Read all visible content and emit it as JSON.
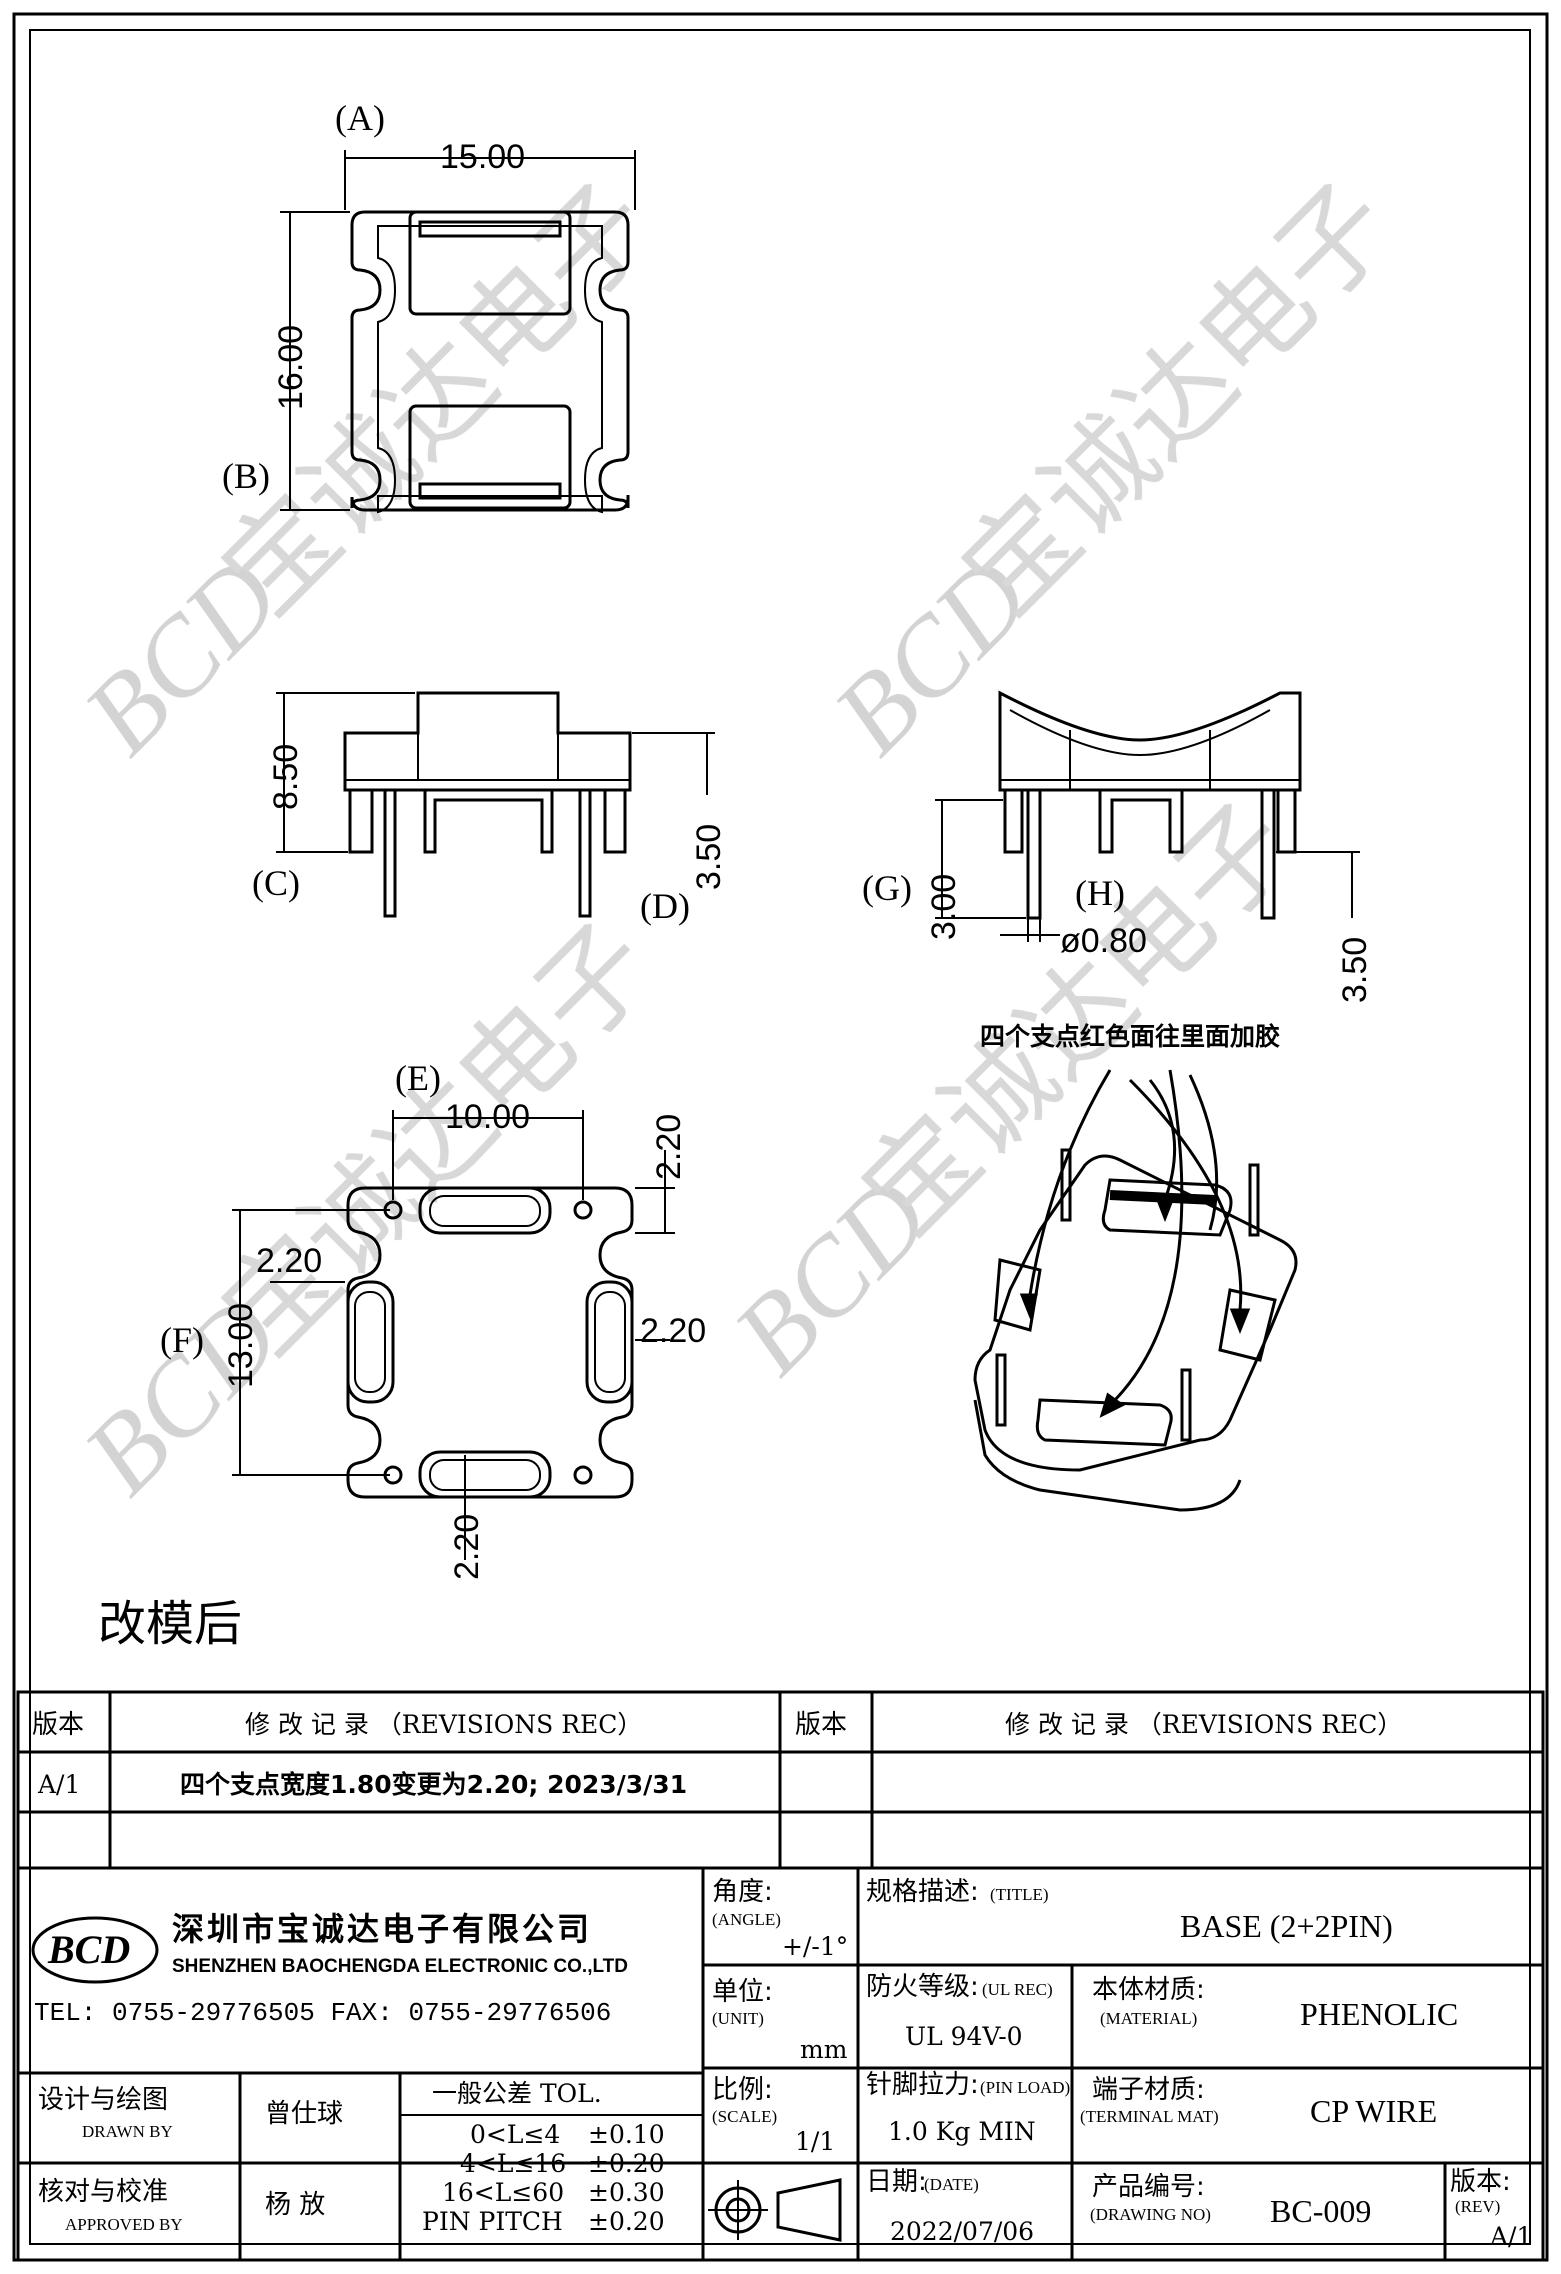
{
  "views": {
    "top": {
      "label": "(A)",
      "label_b": "(B)",
      "width_dim": "15.00",
      "height_dim": "16.00"
    },
    "front": {
      "label_c": "(C)",
      "label_d": "(D)",
      "height_dim": "8.50",
      "pin_dim": "3.50"
    },
    "side": {
      "label_g": "(G)",
      "label_h": "(H)",
      "pin_len_dim": "3.00",
      "pin_dia_dim": "ø0.80",
      "pin_dim": "3.50"
    },
    "bottom": {
      "label_e": "(E)",
      "label_f": "(F)",
      "pitch_dim": "10.00",
      "top_pad_dim": "2.20",
      "left_pad_dim": "2.20",
      "right_pad_dim": "2.20",
      "bottom_pad_dim": "2.20",
      "height_dim": "13.00"
    },
    "iso": {
      "note": "四个支点红色面往里面加胶"
    }
  },
  "remark": "改模后",
  "revisions": {
    "header_ver": "版本",
    "header_rec": "修  改  记  录  （REVISIONS REC）",
    "rows": [
      {
        "ver": "A/1",
        "text": "四个支点宽度1.80变更为2.20; 2023/3/31"
      },
      {
        "ver": "",
        "text": ""
      }
    ]
  },
  "title_block": {
    "company_cn": "深圳市宝诚达电子有限公司",
    "company_en": "SHENZHEN BAOCHENGDA ELECTRONIC CO.,LTD",
    "logo": "BCD",
    "tel": "TEL: 0755-29776505   FAX: 0755-29776506",
    "angle_label": "角度:",
    "angle_label_en": "(ANGLE)",
    "angle_value": "+/-1°",
    "unit_label": "单位:",
    "unit_label_en": "(UNIT)",
    "unit_value": "mm",
    "scale_label": "比例:",
    "scale_label_en": "(SCALE)",
    "scale_value": "1/1",
    "title_label": "规格描述:",
    "title_label_en": "(TITLE)",
    "title_value": "BASE (2+2PIN)",
    "ul_label": "防火等级:",
    "ul_label_en": "(UL REC)",
    "ul_value": "UL 94V-0",
    "material_label": "本体材质:",
    "material_label_en": "(MATERIAL)",
    "material_value": "PHENOLIC",
    "pinload_label": "针脚拉力:",
    "pinload_label_en": "(PIN LOAD)",
    "pinload_value": "1.0 Kg MIN",
    "terminal_label": "端子材质:",
    "terminal_label_en": "(TERMINAL MAT)",
    "terminal_value": "CP WIRE",
    "date_label": "日期:",
    "date_label_en": "(DATE)",
    "date_value": "2022/07/06",
    "dwg_label": "产品编号:",
    "dwg_label_en": "(DRAWING NO)",
    "dwg_value": "BC-009",
    "rev_label": "版本:",
    "rev_label_en": "(REV)",
    "rev_value": "A/1",
    "drawn_label": "设计与绘图",
    "drawn_label_en": "DRAWN BY",
    "drawn_name": "曾仕球",
    "approved_label": "核对与校准",
    "approved_label_en": "APPROVED BY",
    "approved_name": "杨  放",
    "tol_title": "一般公差  TOL.",
    "tol_rows": [
      {
        "range": "0<L≤4",
        "value": "±0.10"
      },
      {
        "range": "4<L≤16",
        "value": "±0.20"
      },
      {
        "range": "16<L≤60",
        "value": "±0.30"
      },
      {
        "range": "PIN PITCH",
        "value": "±0.20"
      }
    ]
  },
  "watermark": {
    "text": "BCD",
    "text_cn": "宝诚达电子"
  }
}
